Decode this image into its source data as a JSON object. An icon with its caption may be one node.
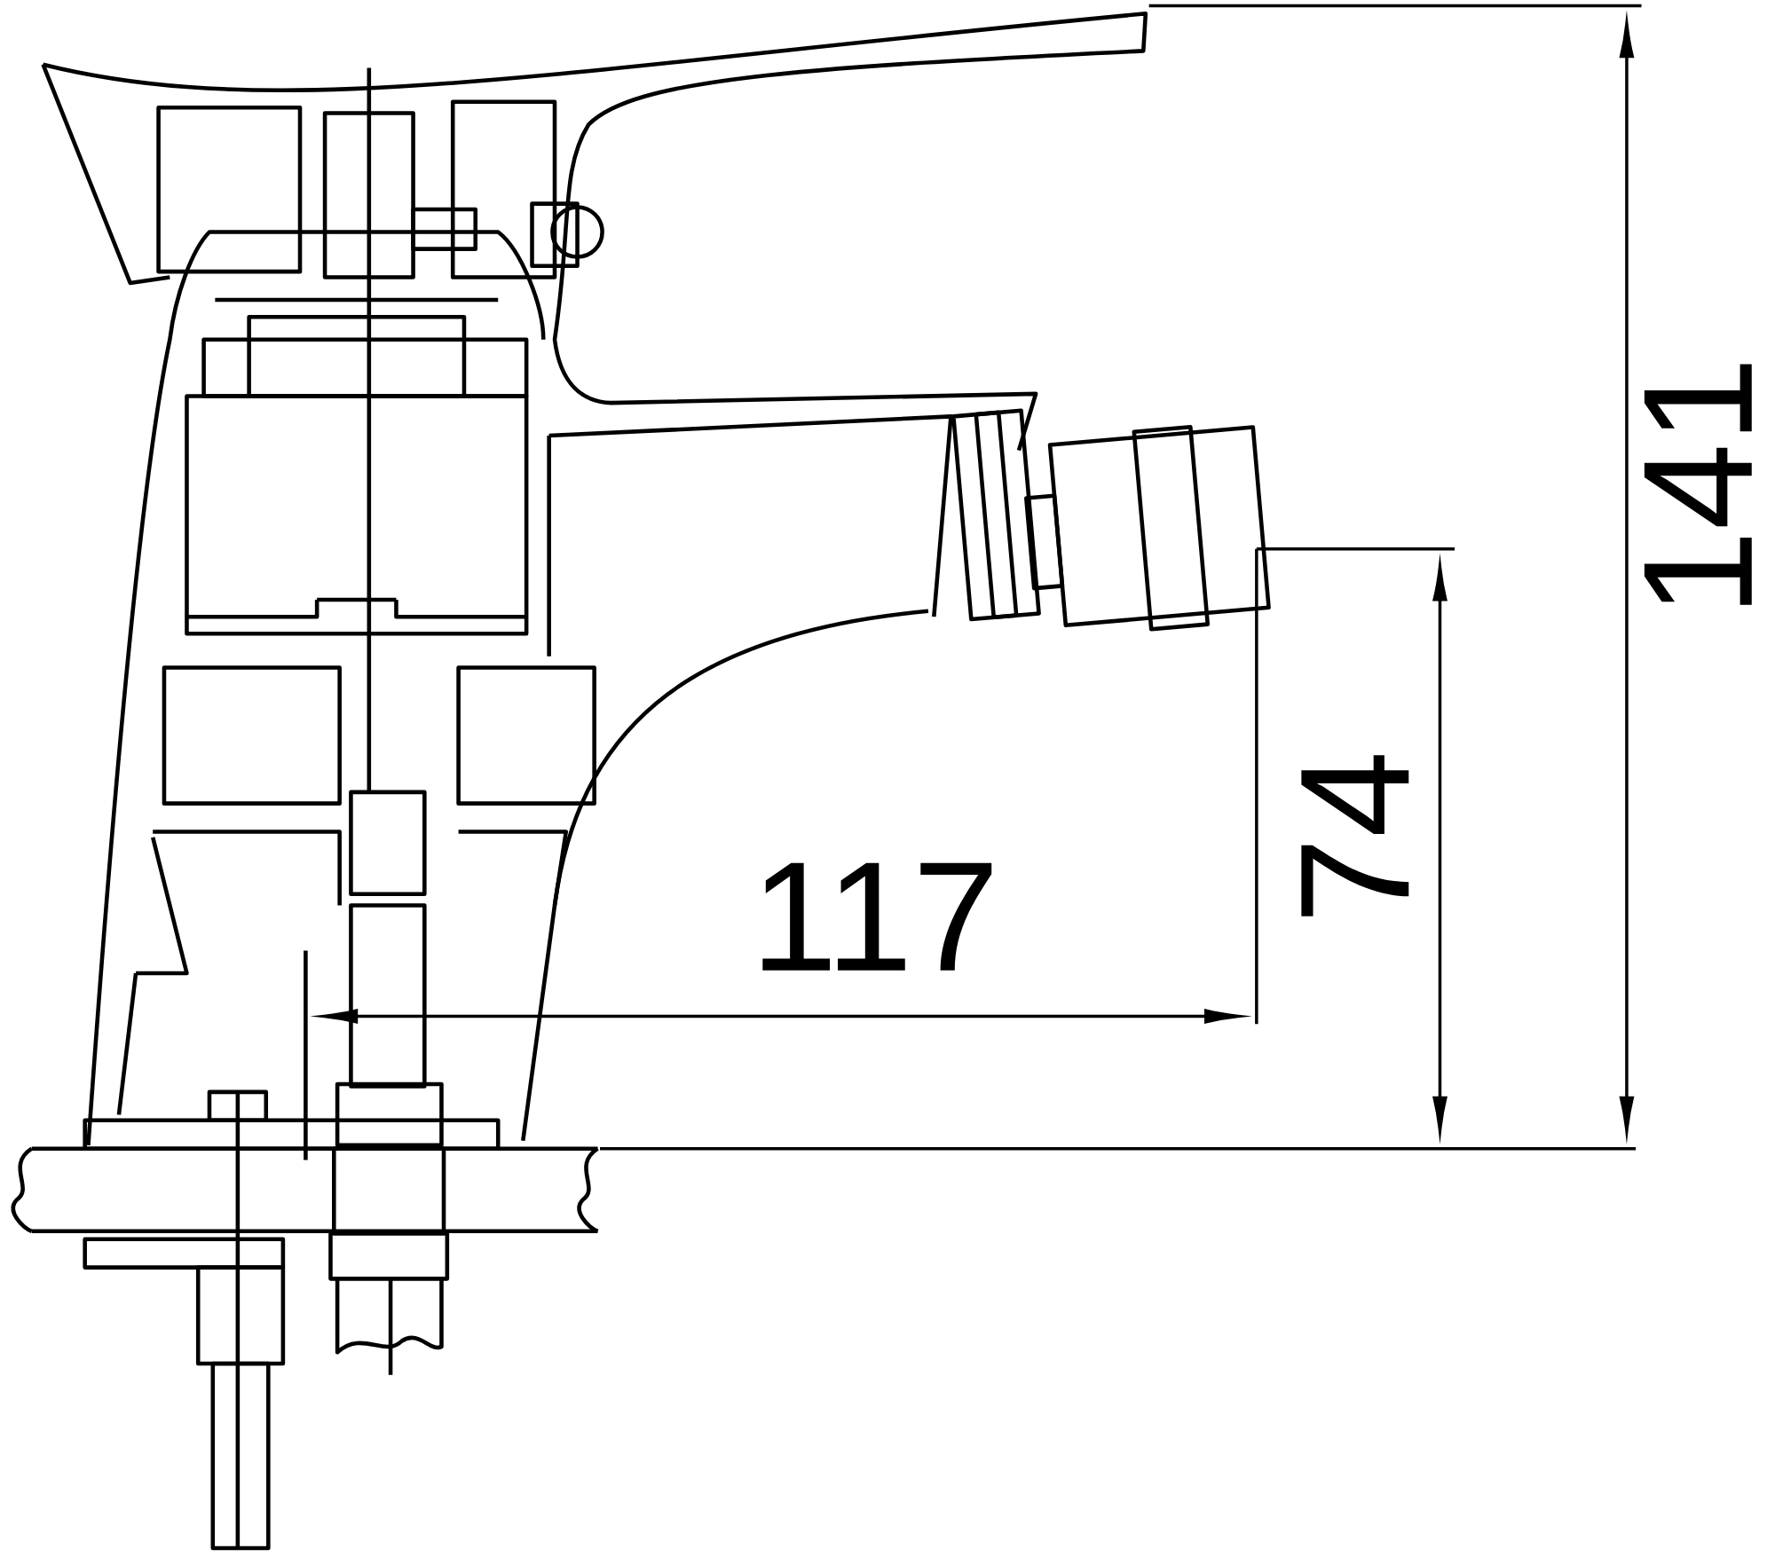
{
  "diagram": {
    "labels": [
      "141",
      "74",
      "117"
    ]
  }
}
